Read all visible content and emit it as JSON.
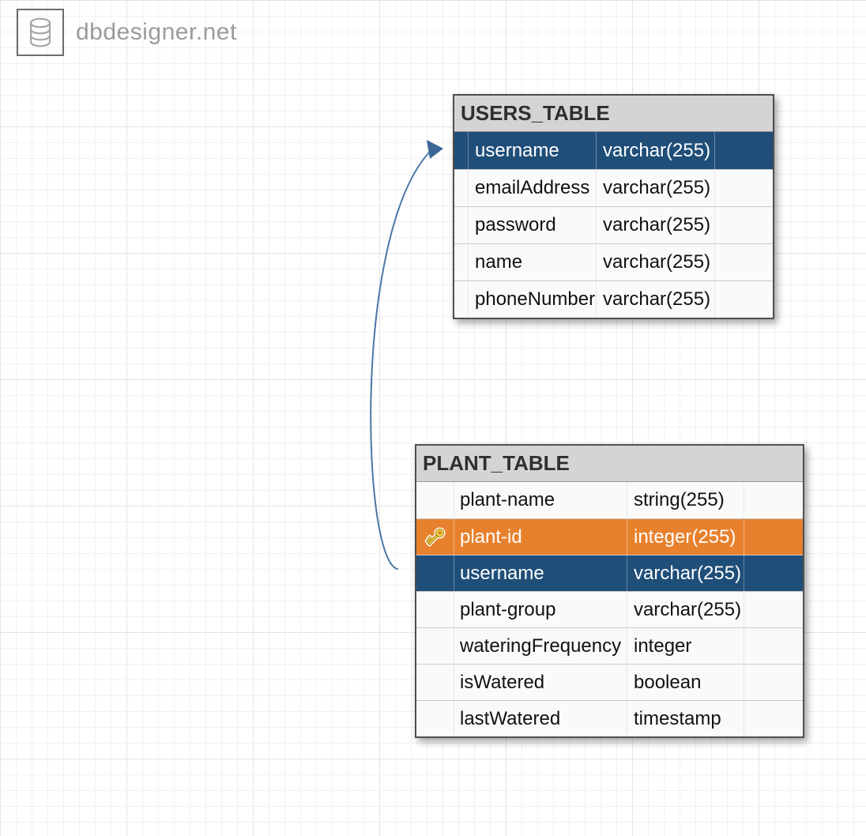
{
  "logo": {
    "text": "dbdesigner.net",
    "icon": "database-icon"
  },
  "tables": [
    {
      "title": "USERS_TABLE",
      "columns": [
        {
          "name": "username",
          "type": "varchar(255)",
          "highlight": "blue",
          "key": false
        },
        {
          "name": "emailAddress",
          "type": "varchar(255)",
          "highlight": "none",
          "key": false
        },
        {
          "name": "password",
          "type": "varchar(255)",
          "highlight": "none",
          "key": false
        },
        {
          "name": "name",
          "type": "varchar(255)",
          "highlight": "none",
          "key": false
        },
        {
          "name": "phoneNumber",
          "type": "varchar(255)",
          "highlight": "none",
          "key": false
        }
      ]
    },
    {
      "title": "PLANT_TABLE",
      "columns": [
        {
          "name": "plant-name",
          "type": "string(255)",
          "highlight": "none",
          "key": false
        },
        {
          "name": "plant-id",
          "type": "integer(255)",
          "highlight": "orange",
          "key": true
        },
        {
          "name": "username",
          "type": "varchar(255)",
          "highlight": "blue",
          "key": false
        },
        {
          "name": "plant-group",
          "type": "varchar(255)",
          "highlight": "none",
          "key": false
        },
        {
          "name": "wateringFrequency",
          "type": "integer",
          "highlight": "none",
          "key": false
        },
        {
          "name": "isWatered",
          "type": "boolean",
          "highlight": "none",
          "key": false
        },
        {
          "name": "lastWatered",
          "type": "timestamp",
          "highlight": "none",
          "key": false
        }
      ]
    }
  ],
  "relationship": {
    "from_table": "PLANT_TABLE",
    "from_column": "username",
    "to_table": "USERS_TABLE",
    "to_column": "username",
    "color": "#4b77a6"
  },
  "colors": {
    "foreign_key_row_blue": "#1F4E79",
    "primary_key_row_orange": "#E8812D",
    "table_header_bg": "#D4D4D4",
    "relation_line": "#4B77A6",
    "key_icon_gold": "#F2D348"
  }
}
